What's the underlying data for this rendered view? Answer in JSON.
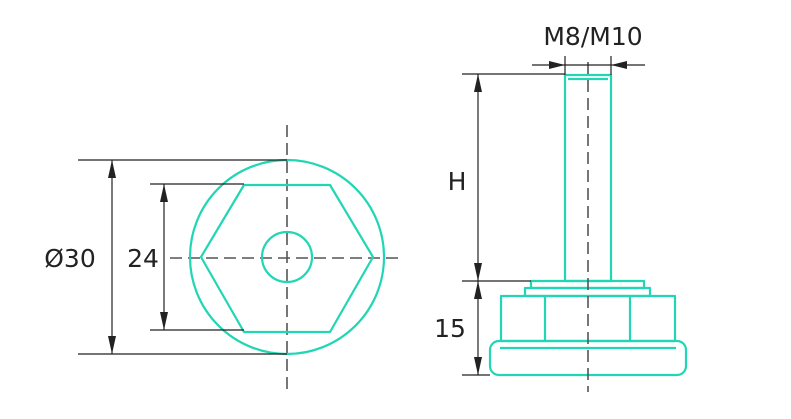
{
  "dimensions": {
    "outer_diameter": "Ø30",
    "hex_across_flats": "24",
    "thread_size": "M8/M10",
    "stud_height": "H",
    "base_height": "15"
  },
  "colors": {
    "part_outline": "#20d6b4",
    "center_lines": "#555555",
    "dimension_lines": "#222222",
    "background": "#ffffff"
  }
}
